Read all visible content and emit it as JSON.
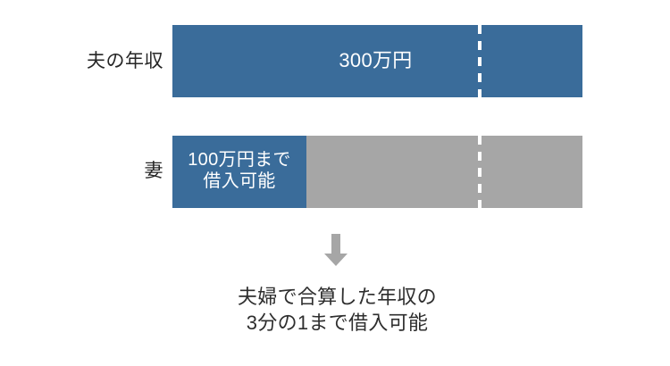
{
  "chart_data": {
    "type": "bar",
    "title": "",
    "orientation": "horizontal",
    "categories": [
      "夫の年収",
      "妻"
    ],
    "axis_total_segments": 3,
    "series": [
      {
        "name": "夫の年収",
        "label": "夫の年収",
        "segments": [
          {
            "color": "#3A6C9A",
            "width_units": 1,
            "label": ""
          },
          {
            "color": "#3A6C9A",
            "width_units": 1,
            "label": "300万円"
          },
          {
            "color": "#3A6C9A",
            "width_units": 1,
            "label": ""
          }
        ]
      },
      {
        "name": "妻",
        "label": "妻",
        "segments": [
          {
            "color": "#3A6C9A",
            "width_units": 1,
            "label": "100万円まで\n借入可能"
          },
          {
            "color": "#A6A6A6",
            "width_units": 1,
            "label": ""
          },
          {
            "color": "#A6A6A6",
            "width_units": 1,
            "label": ""
          }
        ]
      }
    ],
    "annotations": [
      "夫婦で合算した年収の\n3分の1まで借入可能"
    ],
    "grid": false,
    "legend": "none"
  },
  "rows": {
    "husband": {
      "label": "夫の年収",
      "caption": "300万円"
    },
    "wife": {
      "label": "妻",
      "caption": "100万円まで\n借入可能"
    }
  },
  "conclusion": {
    "text": "夫婦で合算した年収の\n3分の1まで借入可能"
  },
  "icons": {
    "arrow": "arrow-down-icon"
  },
  "colors": {
    "bar_blue": "#3A6C9A",
    "bar_gray": "#A6A6A6",
    "divider_white": "#FFFFFF",
    "arrow_gray": "#A6A6A6",
    "label_text": "#262626",
    "conclusion_text": "#2E2E2E",
    "background": "#FFFFFF"
  }
}
